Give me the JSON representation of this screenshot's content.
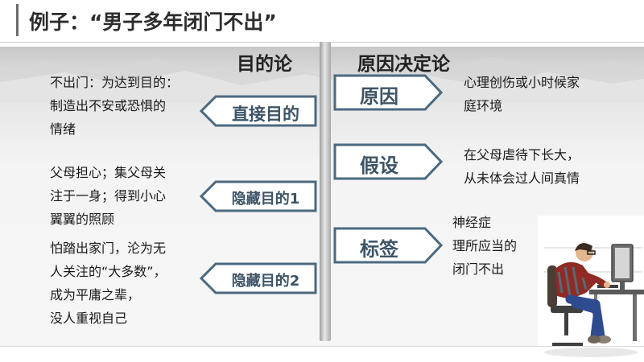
{
  "title": "例子：“男子多年闭门不出”",
  "left": {
    "heading": "目的论",
    "items": [
      {
        "label": "直接目的",
        "lines": [
          "不出门：为达到目的：",
          "制造出不安或恐惧的",
          "情绪"
        ]
      },
      {
        "label": "隐藏目的1",
        "lines": [
          "父母担心；集父母关",
          "注于一身；得到小心",
          "翼翼的照顾"
        ]
      },
      {
        "label": "隐藏目的2",
        "lines": [
          "怕踏出家门，沦为无",
          "人关注的“大多数”，",
          "成为平庸之辈，",
          "没人重视自己"
        ]
      }
    ]
  },
  "right": {
    "heading": "原因决定论",
    "items": [
      {
        "label": "原因",
        "lines": [
          "心理创伤或小时候家",
          "庭环境"
        ]
      },
      {
        "label": "假设",
        "lines": [
          "在父母虐待下长大，",
          "从未体会过人间真情"
        ]
      },
      {
        "label": "标签",
        "lines": [
          "神经症",
          "理所应当的",
          "闭门不出"
        ]
      }
    ]
  },
  "colors": {
    "arrow_fill": "#ffffff",
    "arrow_border": "#4b6a80",
    "label_text": "#3d5466",
    "divider": "#a8a8a8"
  },
  "icons": [
    "computer-user-illustration"
  ]
}
